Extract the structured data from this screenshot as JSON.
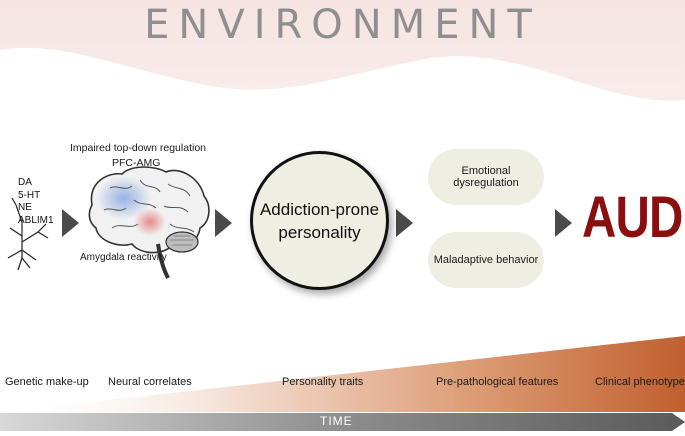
{
  "header": {
    "title": "ENVIRONMENT"
  },
  "genetics": {
    "items": [
      "DA",
      "5-HT",
      "NE",
      "ABLIM1"
    ]
  },
  "brain": {
    "top_label_1": "Impaired top-down regulation",
    "top_label_2": "PFC-AMG",
    "bottom_label": "Amygdala reactivity"
  },
  "personality": {
    "line1": "Addiction-prone",
    "line2": "personality"
  },
  "features": {
    "emotional": "Emotional dysregulation",
    "maladaptive": "Maladaptive behavior"
  },
  "outcome": {
    "label": "AUD"
  },
  "stages": [
    "Genetic make-up",
    "Neural correlates",
    "Personality traits",
    "Pre-pathological features",
    "Clinical phenotype"
  ],
  "timeline": {
    "label": "TIME"
  },
  "colors": {
    "environment_band": "#f4e3e1",
    "aud": "#8a1010",
    "bubble": "#efeee3",
    "arrow": "#4a4a4a",
    "gradient_end": "#c46a38"
  }
}
